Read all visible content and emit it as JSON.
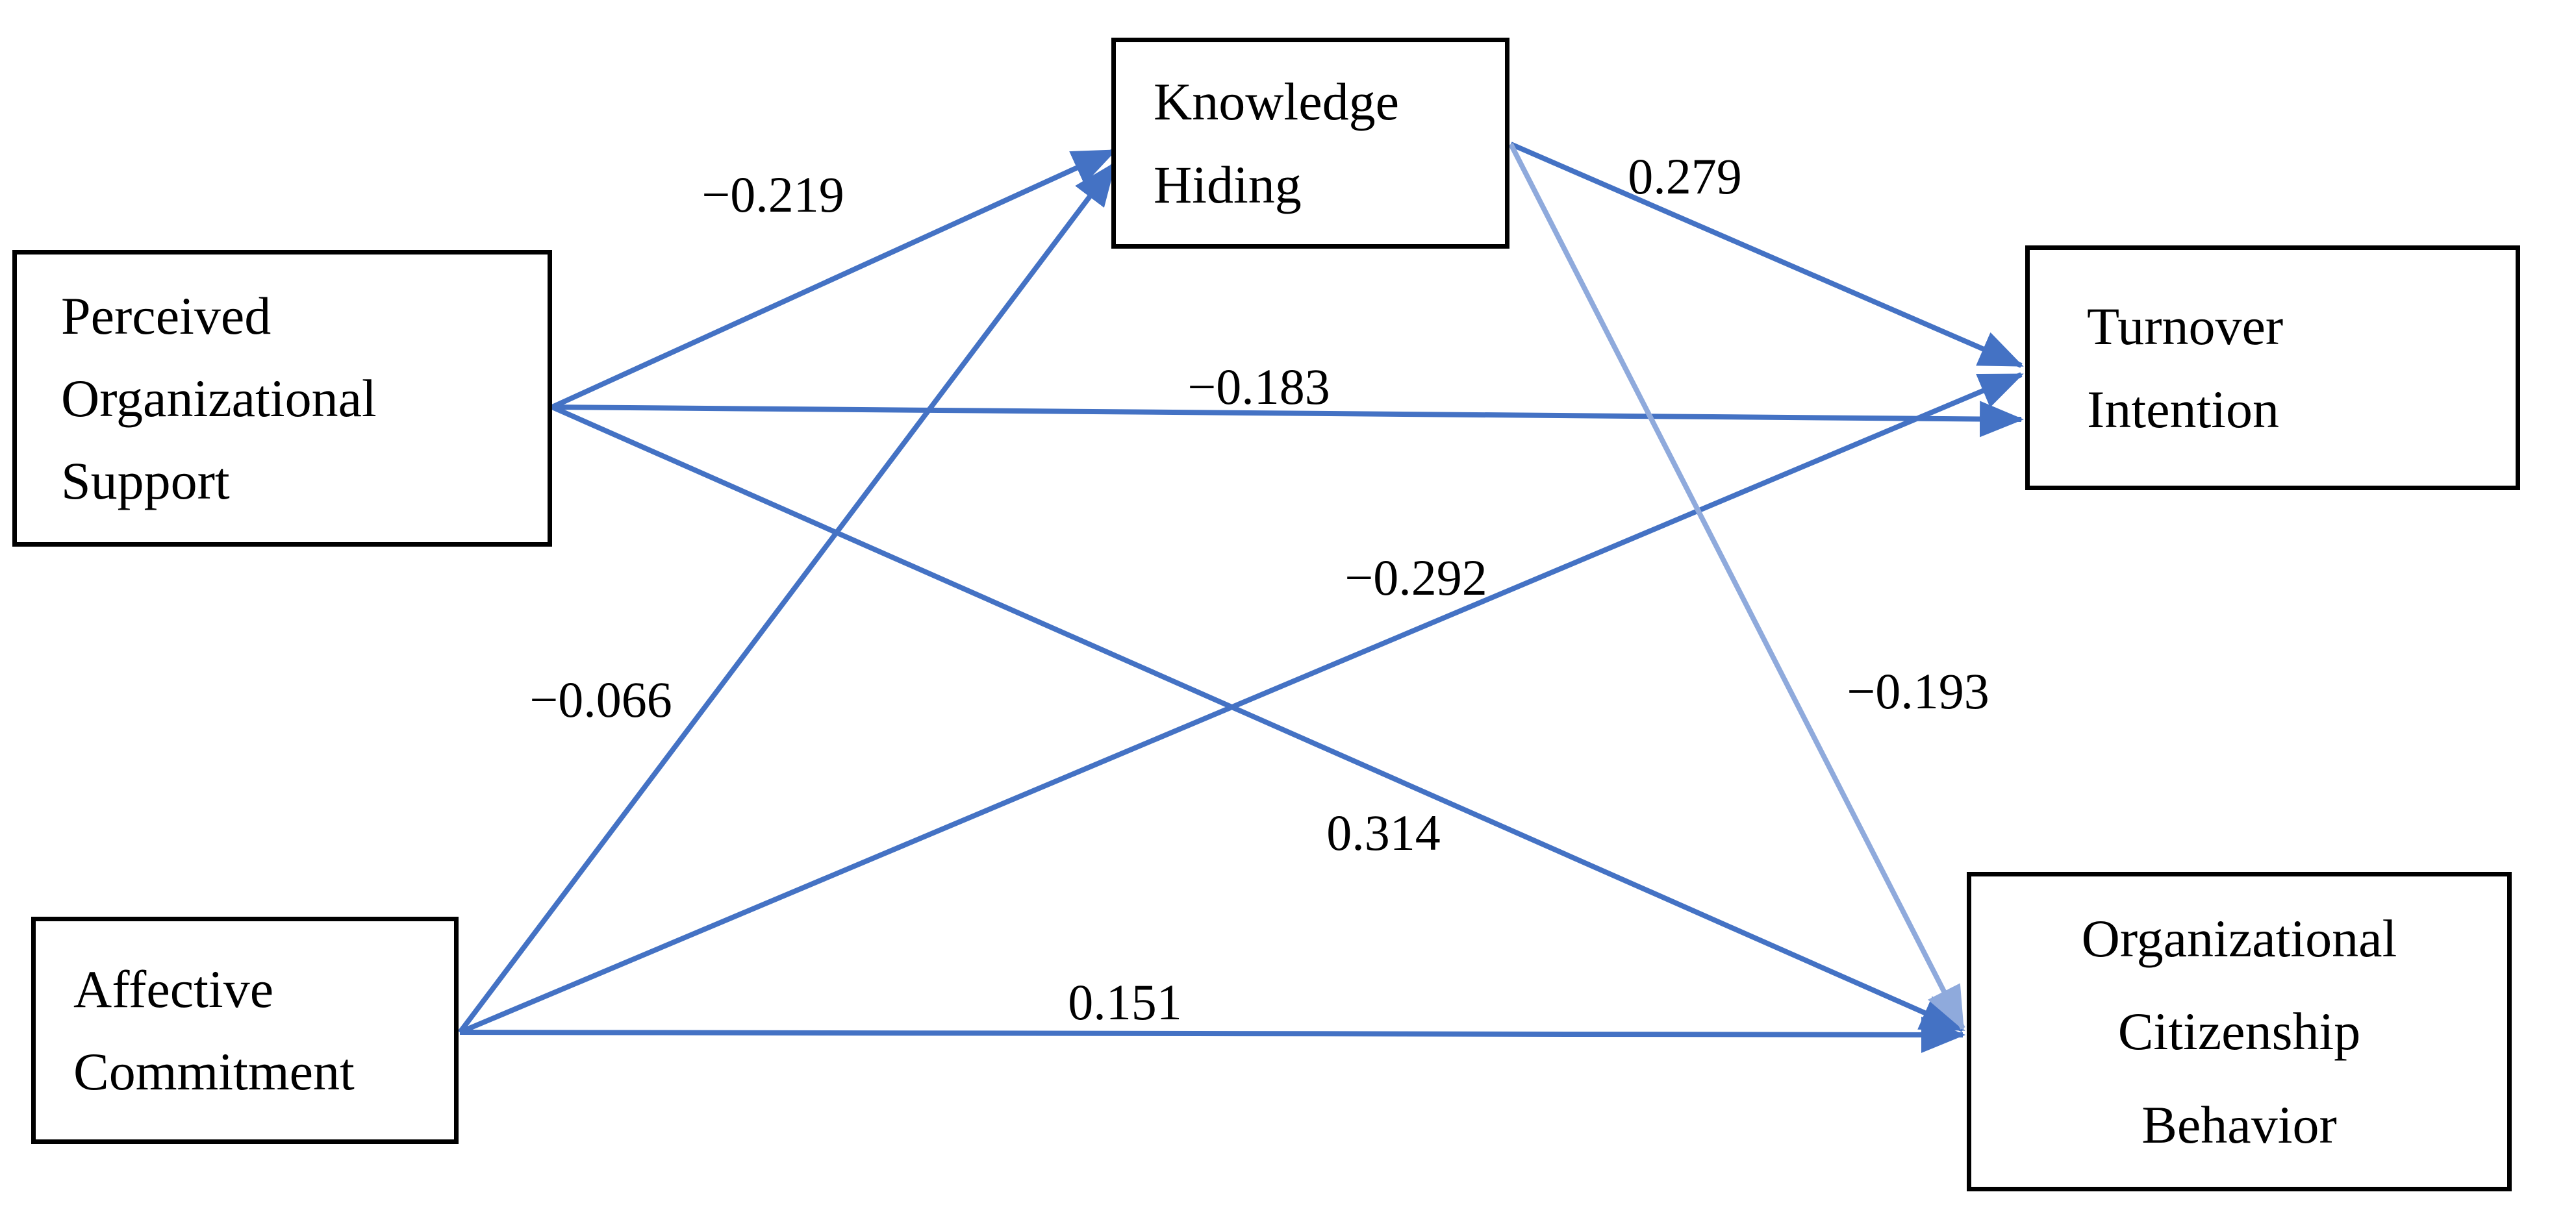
{
  "diagram": {
    "type": "structural-path-model",
    "nodes": {
      "pos": {
        "label": "Perceived Organizational Support",
        "lines": [
          "Perceived",
          "Organizational",
          "Support"
        ]
      },
      "ac": {
        "label": "Affective Commitment",
        "lines": [
          "Affective",
          "Commitment"
        ]
      },
      "kh": {
        "label": "Knowledge Hiding",
        "lines": [
          "Knowledge",
          "Hiding"
        ]
      },
      "ti": {
        "label": "Turnover Intention",
        "lines": [
          "Turnover",
          "Intention"
        ]
      },
      "ocb": {
        "label": "Organizational Citizenship Behavior",
        "lines": [
          "Organizational",
          "Citizenship",
          "Behavior"
        ]
      }
    },
    "paths": [
      {
        "from": "Perceived Organizational Support",
        "to": "Knowledge Hiding",
        "coefficient": "−0.219"
      },
      {
        "from": "Perceived Organizational Support",
        "to": "Turnover Intention",
        "coefficient": "−0.183"
      },
      {
        "from": "Perceived Organizational Support",
        "to": "Organizational Citizenship Behavior",
        "coefficient": "0.314"
      },
      {
        "from": "Affective Commitment",
        "to": "Knowledge Hiding",
        "coefficient": "−0.066"
      },
      {
        "from": "Affective Commitment",
        "to": "Turnover Intention",
        "coefficient": "−0.292"
      },
      {
        "from": "Affective Commitment",
        "to": "Organizational Citizenship Behavior",
        "coefficient": "0.151"
      },
      {
        "from": "Knowledge Hiding",
        "to": "Turnover Intention",
        "coefficient": "0.279"
      },
      {
        "from": "Knowledge Hiding",
        "to": "Organizational Citizenship Behavior",
        "coefficient": "−0.193"
      }
    ],
    "colors": {
      "arrow_primary": "#4472C4",
      "arrow_light": "#8FAADC",
      "box_border": "#000000",
      "box_fill": "#FFFFFF",
      "text": "#000000"
    }
  }
}
